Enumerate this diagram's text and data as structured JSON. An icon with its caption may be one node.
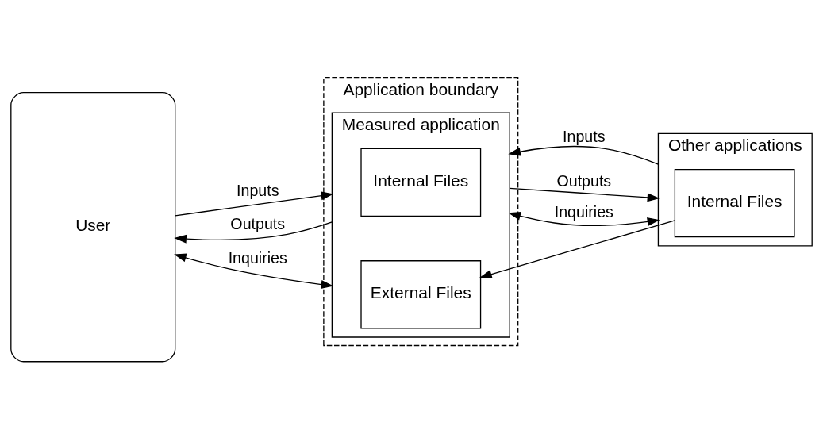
{
  "diagram": {
    "nodes": [
      {
        "text": [
          "Application boundary"
        ]
      },
      {
        "text": [
          "Measured application"
        ],
        "in": 0
      },
      {
        "text": [
          "Internal Files"
        ],
        "in": 1
      },
      {
        "text": [
          "External Files"
        ],
        "in": 1
      },
      {
        "text": [
          "User"
        ]
      },
      {
        "text": [
          "Other applications"
        ]
      },
      {
        "text": [
          "Internal Files"
        ],
        "in": 5
      }
    ],
    "edges": [
      {
        "from": 4,
        "to": 1,
        "arrow": "to",
        "label": "Inputs"
      },
      {
        "from": 1,
        "to": 4,
        "arrow": "to",
        "label": "Outputs"
      },
      {
        "from": 4,
        "to": 1,
        "arrow": "both",
        "label": "Inquiries"
      },
      {
        "from": 5,
        "to": 1,
        "arrow": "to",
        "label": "Inputs"
      },
      {
        "from": 1,
        "to": 5,
        "arrow": "to",
        "label": "Outputs"
      },
      {
        "from": 6,
        "to": 3,
        "arrow": "to"
      },
      {
        "from": 1,
        "to": 5,
        "arrow": "both",
        "label": "Inquiries"
      }
    ]
  }
}
